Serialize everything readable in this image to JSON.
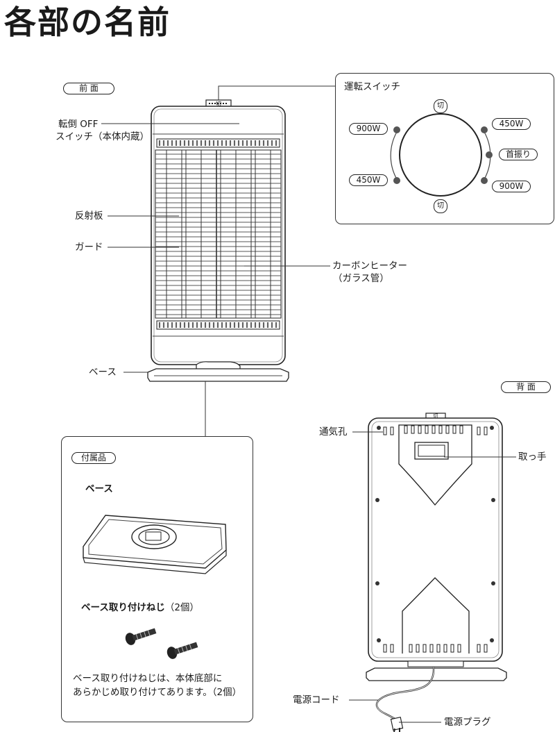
{
  "title": "各部の名前",
  "front": {
    "view_label": "前 面",
    "knob_mark": "切",
    "labels": {
      "tip_over": "転倒 OFF",
      "tip_over_2": "スイッチ（本体内蔵）",
      "reflector": "反射板",
      "guard": "ガード",
      "carbon_heater": "カーボンヒーター",
      "carbon_heater_2": "（ガラス管）",
      "base": "ベース"
    }
  },
  "switch_panel": {
    "title": "運転スイッチ",
    "top_mark": "切",
    "bottom_mark": "切",
    "left_top": "900W",
    "left_bottom": "450W",
    "right_top": "450W",
    "right_mid": "首振り",
    "right_bottom": "900W"
  },
  "accessories": {
    "label": "付属品",
    "base": "ベース",
    "screws_title": "ベース取り付けねじ",
    "screws_count": "（2個）",
    "note_line1": "ベース取り付けねじは、本体底部に",
    "note_line2": "あらかじめ取り付けてあります。（2個）"
  },
  "back": {
    "view_label": "背 面",
    "knob_mark": "切",
    "labels": {
      "vent": "通気孔",
      "handle": "取っ手",
      "power_cord": "電源コード",
      "power_plug": "電源プラグ"
    }
  }
}
